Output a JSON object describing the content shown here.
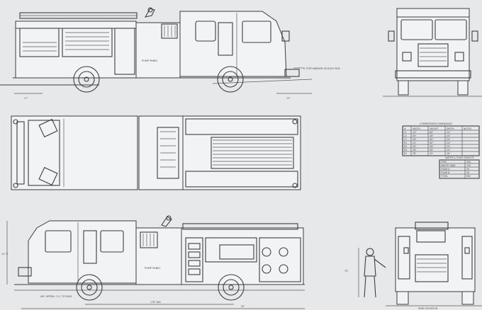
{
  "drawing": {
    "title": "Fire Apparatus General Arrangement Drawing",
    "views": [
      "left-side",
      "front",
      "top",
      "right-side",
      "rear"
    ]
  },
  "notes": {
    "pump_panel_left": "PUMP PANEL",
    "pump_panel_right": "PUMP PANEL",
    "ladder_rack_note": "8' STEP MINIMUM ON EACH SIDE",
    "wheelbase": "178\" W.B.",
    "overall_length": "35'",
    "approach": "17\"",
    "departure": "13\"",
    "chassis_length": "108\" APPROX. O.C. TO REAR",
    "height": "10' 3\"",
    "operator": "70\""
  },
  "compartment_table": {
    "title": "COMPARTMENT DIMENSIONS",
    "headers": [
      "#",
      "WIDTH",
      "HEIGHT",
      "DEPTH",
      "NOTES"
    ],
    "rows": [
      [
        "L1",
        "24\"",
        "60\"",
        "24\"",
        ""
      ],
      [
        "L2",
        "50\"",
        "28\"",
        "24\"",
        ""
      ],
      [
        "L3",
        "28\"",
        "60\"",
        "24\"",
        ""
      ],
      [
        "R1",
        "24\"",
        "60\"",
        "24\"",
        ""
      ],
      [
        "R2",
        "50\"",
        "28\"",
        "24\"",
        ""
      ],
      [
        "R3",
        "28\"",
        "60\"",
        "24\"",
        ""
      ],
      [
        "B1",
        "38\"",
        "20\"",
        "26\"",
        ""
      ]
    ]
  },
  "tank_table": {
    "title": "WATER & FOAM CAPACITY",
    "headers": [
      "ITEM",
      "GAL"
    ],
    "rows": [
      [
        "WATER TANK",
        "750"
      ],
      [
        "FOAM A",
        "20"
      ],
      [
        "FOAM B",
        "30"
      ],
      [
        "TOTAL",
        "800"
      ]
    ]
  },
  "title_block": {
    "note": "REAR ELEVATION"
  }
}
